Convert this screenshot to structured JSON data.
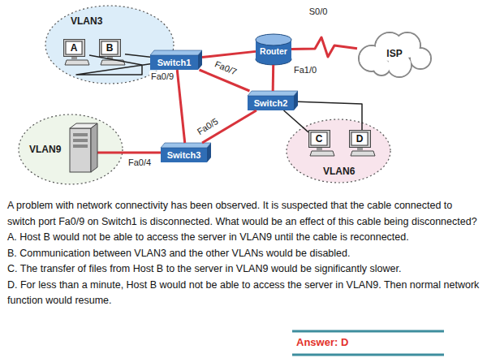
{
  "diagram": {
    "nodes": [
      {
        "text": [
          "VLAN3"
        ]
      },
      {
        "text": [
          "A"
        ],
        "in": 0
      },
      {
        "text": [
          "B"
        ],
        "in": 0
      },
      {
        "text": [
          "Switch1"
        ]
      },
      {
        "text": [
          "Router"
        ]
      },
      {
        "text": [
          "ISP"
        ]
      },
      {
        "text": [
          "Switch2"
        ]
      },
      {
        "text": [
          "VLAN9"
        ]
      },
      {
        "text": [
          "Switch3"
        ]
      },
      {
        "text": [
          "VLAN6"
        ]
      },
      {
        "text": [
          "C"
        ],
        "in": 9
      },
      {
        "text": [
          "D"
        ],
        "in": 9
      }
    ],
    "edges": [
      {
        "from": 3,
        "to": 4,
        "arrow": "none"
      },
      {
        "from": 3,
        "to": 6,
        "arrow": "none"
      },
      {
        "from": 3,
        "to": 8,
        "arrow": "none"
      },
      {
        "from": 8,
        "to": 6,
        "arrow": "none"
      },
      {
        "from": 4,
        "to": 6,
        "arrow": "none"
      },
      {
        "from": 4,
        "to": 5,
        "arrow": "none"
      },
      {
        "from": 3,
        "to": 1,
        "arrow": "none"
      },
      {
        "from": 3,
        "to": 2,
        "arrow": "none"
      },
      {
        "from": 6,
        "to": 10,
        "arrow": "none"
      },
      {
        "from": 6,
        "to": 11,
        "arrow": "none"
      }
    ],
    "labels": [
      "Fa0/9",
      "Fa0/7",
      "S0/0",
      "Fa1/0",
      "Fa0/5",
      "Fa0/4",
      "A problem with network connectivity has been observed. It is suspected that the cable connected to switch port Fa0/9 on Switch1 is disconnected. What would be an effect of this cable being disconnected?",
      "A. Host B would not be able to access the server in VLAN9 until the cable is reconnected.",
      "B. Communication between VLAN3 and the other VLANs would be disabled.",
      "C. The transfer of files from Host B to the server in VLAN9 would be significantly slower.",
      "D. For less than a minute, Host B would not be able to access the server in VLAN9. Then normal network function would resume.",
      "Answer: D"
    ]
  }
}
